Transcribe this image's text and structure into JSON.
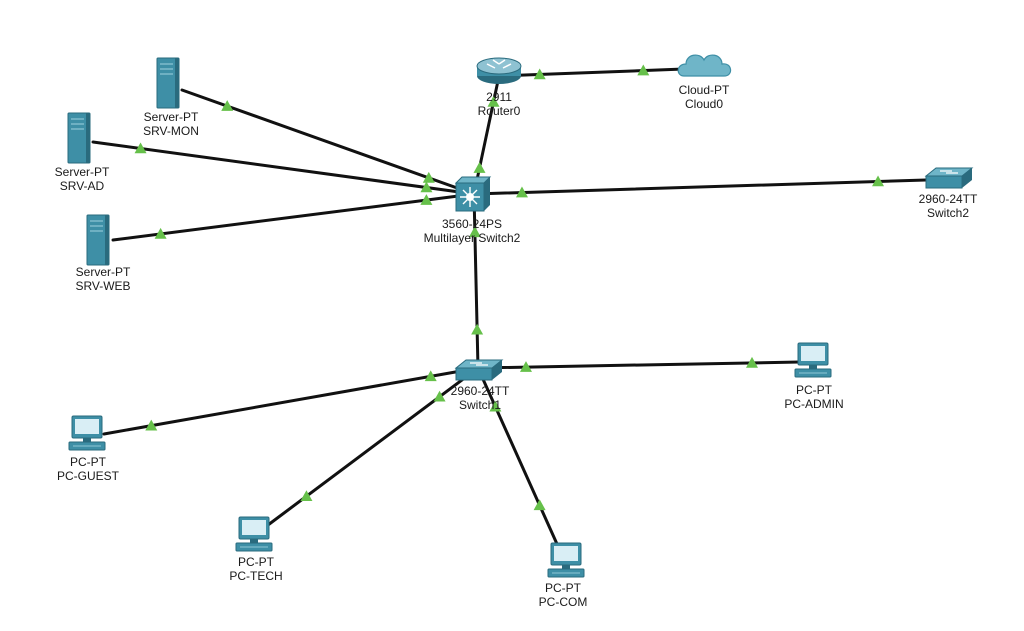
{
  "colors": {
    "link": "#111111",
    "link_up": "#66c04a",
    "device_primary": "#3e8fa6",
    "device_dark": "#2a6b7e",
    "screen": "#d9eef5"
  },
  "devices": {
    "router0": {
      "type_label": "2911",
      "name": "Router0",
      "icon": "router-icon"
    },
    "cloud0": {
      "type_label": "Cloud-PT",
      "name": "Cloud0",
      "icon": "cloud-icon"
    },
    "srv_mon": {
      "type_label": "Server-PT",
      "name": "SRV-MON",
      "icon": "server-icon"
    },
    "srv_ad": {
      "type_label": "Server-PT",
      "name": "SRV-AD",
      "icon": "server-icon"
    },
    "srv_web": {
      "type_label": "Server-PT",
      "name": "SRV-WEB",
      "icon": "server-icon"
    },
    "mls2": {
      "type_label": "3560-24PS",
      "name": "Multilayer Switch2",
      "icon": "multilayer-switch-icon"
    },
    "switch2": {
      "type_label": "2960-24TT",
      "name": "Switch2",
      "icon": "switch-icon"
    },
    "switch1": {
      "type_label": "2960-24TT",
      "name": "Switch1",
      "icon": "switch-icon"
    },
    "pc_admin": {
      "type_label": "PC-PT",
      "name": "PC-ADMIN",
      "icon": "pc-icon"
    },
    "pc_guest": {
      "type_label": "PC-PT",
      "name": "PC-GUEST",
      "icon": "pc-icon"
    },
    "pc_tech": {
      "type_label": "PC-PT",
      "name": "PC-TECH",
      "icon": "pc-icon"
    },
    "pc_com": {
      "type_label": "PC-PT",
      "name": "PC-COM",
      "icon": "pc-icon"
    }
  },
  "links": [
    {
      "from": "router0",
      "to": "cloud0",
      "status": "up"
    },
    {
      "from": "mls2",
      "to": "router0",
      "status": "up"
    },
    {
      "from": "mls2",
      "to": "srv_mon",
      "status": "up"
    },
    {
      "from": "mls2",
      "to": "srv_ad",
      "status": "up"
    },
    {
      "from": "mls2",
      "to": "srv_web",
      "status": "up"
    },
    {
      "from": "mls2",
      "to": "switch2",
      "status": "up"
    },
    {
      "from": "switch1",
      "to": "mls2",
      "status": "up"
    },
    {
      "from": "switch1",
      "to": "pc_admin",
      "status": "up"
    },
    {
      "from": "switch1",
      "to": "pc_guest",
      "status": "up"
    },
    {
      "from": "switch1",
      "to": "pc_tech",
      "status": "up"
    },
    {
      "from": "switch1",
      "to": "pc_com",
      "status": "up"
    }
  ]
}
